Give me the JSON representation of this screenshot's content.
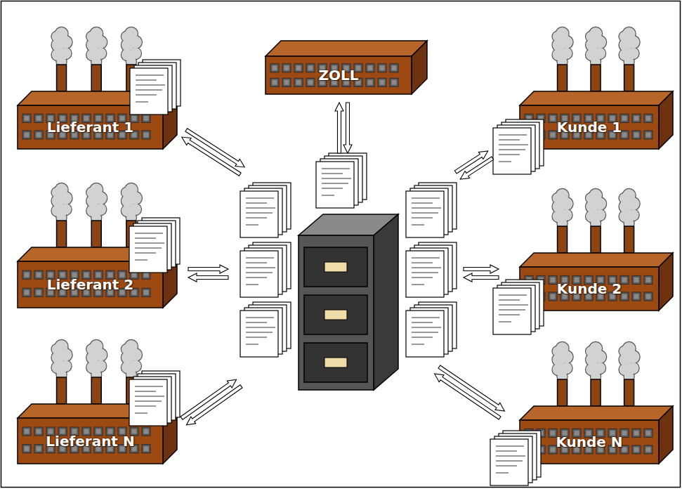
{
  "diagram": {
    "nodes": [
      {
        "text": [
          "Lieferant 1"
        ]
      },
      {
        "text": [
          "ZOLL"
        ]
      },
      {
        "text": [
          "Kunde 1"
        ]
      },
      {
        "text": [
          "Lieferant 2"
        ]
      },
      {
        "text": [
          "Kunde 2"
        ]
      },
      {
        "text": [
          "Lieferant N"
        ]
      },
      {
        "text": [
          "Kunde N"
        ]
      }
    ]
  }
}
